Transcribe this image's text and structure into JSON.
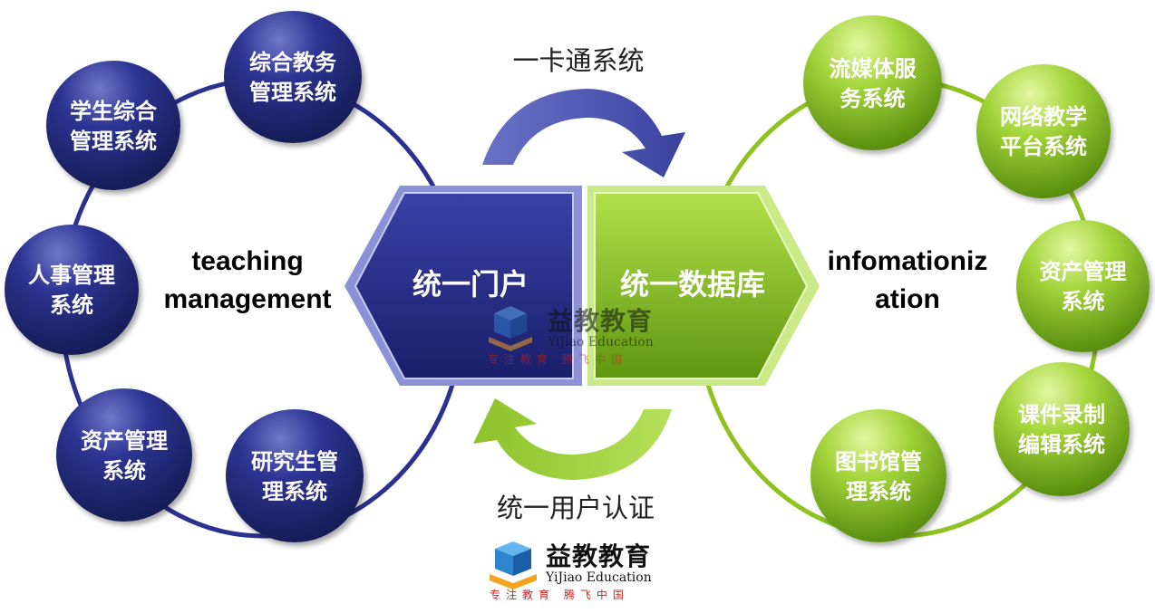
{
  "colors": {
    "blue_ring": "#2b3190",
    "green_ring": "#8dc21f",
    "blue_arrow": "#4d55b3",
    "green_arrow": "#a9d64a"
  },
  "left_group": {
    "label": "teaching\nmanagement",
    "nodes": [
      {
        "text": "综合教务\n管理系统"
      },
      {
        "text": "学生综合\n管理系统"
      },
      {
        "text": "人事管理\n系统"
      },
      {
        "text": "资产管理\n系统"
      },
      {
        "text": "研究生管\n理系统"
      }
    ]
  },
  "right_group": {
    "label": "infomationiz\nation",
    "nodes": [
      {
        "text": "流媒体服\n务系统"
      },
      {
        "text": "网络教学\n平台系统"
      },
      {
        "text": "资产管理\n系统"
      },
      {
        "text": "课件录制\n编辑系统"
      },
      {
        "text": "图书馆管\n理系统"
      }
    ]
  },
  "center": {
    "left_hex": "统一门户",
    "right_hex": "统一数据库"
  },
  "arrows": {
    "top_caption": "一卡通系统",
    "bottom_caption": "统一用户认证"
  },
  "logo": {
    "name_cn": "益教教育",
    "name_en": "YiJiao Education",
    "slogan": "专注教育 腾飞中国",
    "icons": [
      "logo-cube-icon"
    ]
  }
}
